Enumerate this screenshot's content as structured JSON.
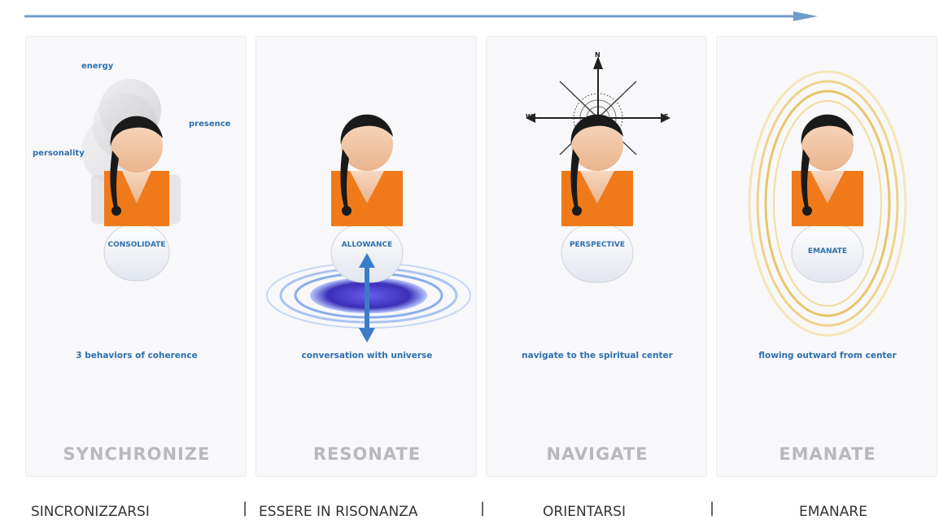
{
  "panels": [
    {
      "title": "SYNCHRONIZE",
      "badge": "CONSOLIDATE",
      "caption": "3 behaviors of coherence",
      "tags": {
        "energy": "energy",
        "presence": "presence",
        "personality": "personality"
      }
    },
    {
      "title": "RESONATE",
      "badge": "ALLOWANCE",
      "caption": "conversation with  universe"
    },
    {
      "title": "NAVIGATE",
      "badge": "PERSPECTIVE",
      "caption": "navigate to the spiritual center",
      "compass": {
        "n": "N",
        "e": "E",
        "w": "W"
      }
    },
    {
      "title": "EMANATE",
      "badge": "EMANATE",
      "caption": "flowing outward from center"
    }
  ],
  "footer": {
    "labels": [
      "SINCRONIZZARSI",
      "ESSERE IN RISONANZA",
      "ORIENTARSI",
      "EMANARE"
    ],
    "separator": "|"
  },
  "colors": {
    "arrow": "#6f9ccc",
    "text_blue": "#2f6fb0",
    "orange": "#f07a1a",
    "hair": "#1a1a1a",
    "skin": "#f4c9a8",
    "title_grey": "#b9b9bd"
  }
}
